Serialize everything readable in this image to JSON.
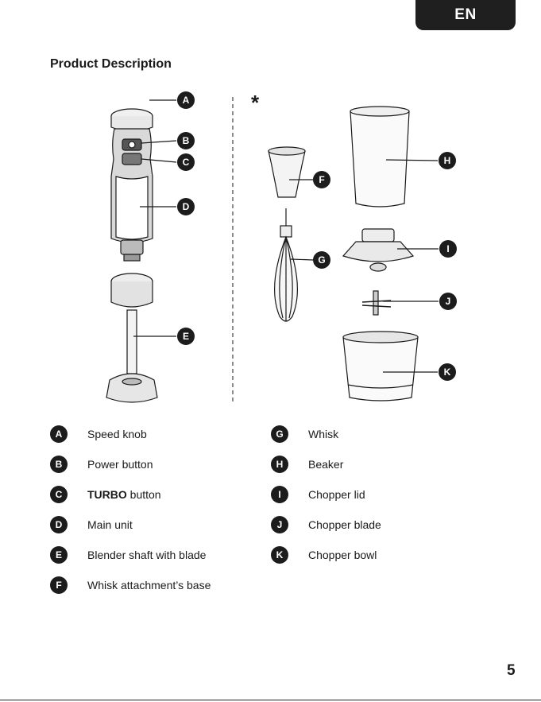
{
  "language_tab": "EN",
  "title": "Product Description",
  "optional_marker": "*",
  "callouts": [
    "A",
    "B",
    "C",
    "D",
    "E",
    "F",
    "G",
    "H",
    "I",
    "J",
    "K"
  ],
  "legend": {
    "left": [
      {
        "letter": "A",
        "label": "Speed knob"
      },
      {
        "letter": "B",
        "label": "Power button"
      },
      {
        "letter": "C",
        "label_bold": "TURBO",
        "label": " button"
      },
      {
        "letter": "D",
        "label": "Main unit"
      },
      {
        "letter": "E",
        "label": "Blender shaft with blade"
      },
      {
        "letter": "F",
        "label": "Whisk attachment’s base"
      }
    ],
    "right": [
      {
        "letter": "G",
        "label": "Whisk"
      },
      {
        "letter": "H",
        "label": "Beaker"
      },
      {
        "letter": "I",
        "label": "Chopper lid"
      },
      {
        "letter": "J",
        "label": "Chopper blade"
      },
      {
        "letter": "K",
        "label": "Chopper bowl"
      }
    ]
  },
  "page_number": "5"
}
